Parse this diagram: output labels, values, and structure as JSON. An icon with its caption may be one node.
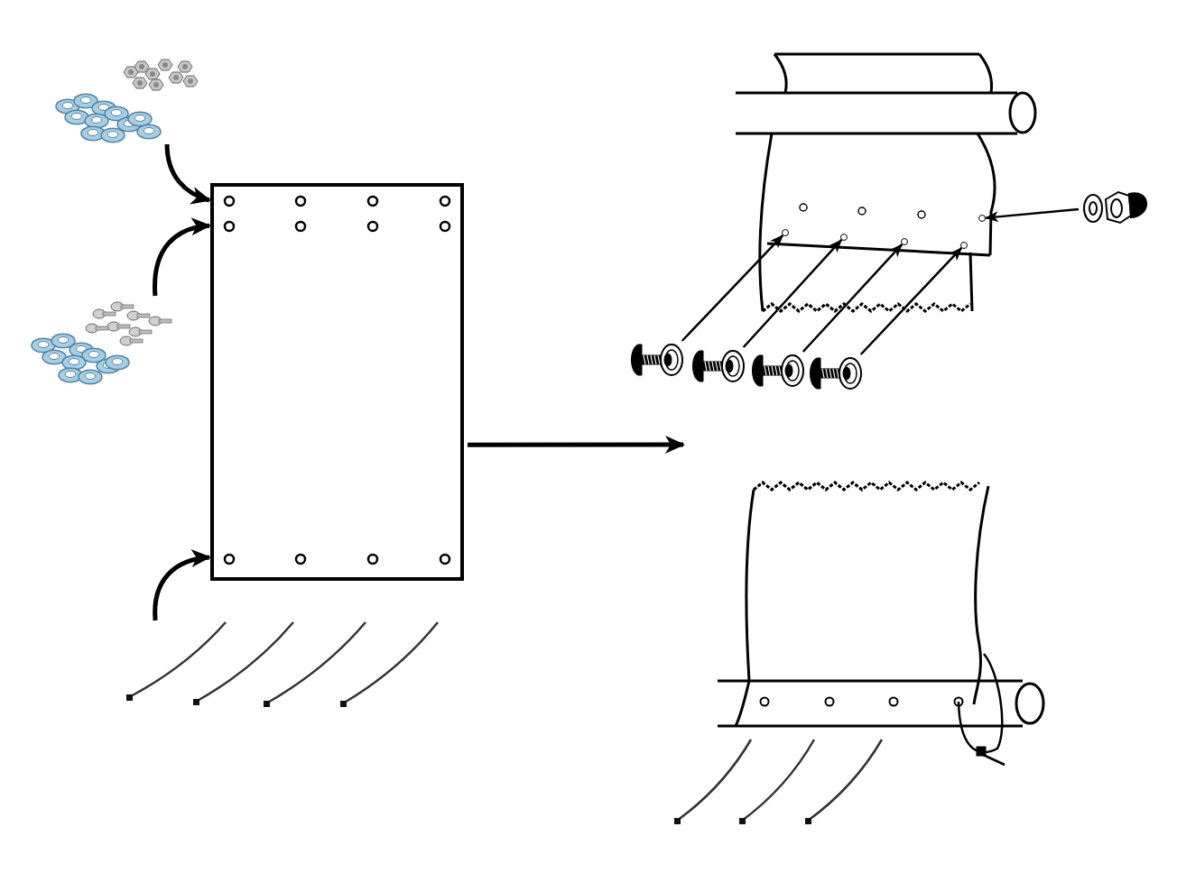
{
  "diagram": {
    "nodes": [
      {
        "text": [],
        "shape": "picture"
      },
      {
        "text": [],
        "shape": "picture"
      },
      {
        "text": [],
        "shape": "box"
      },
      {
        "text": [],
        "shape": "picture"
      },
      {
        "text": [],
        "shape": "picture"
      },
      {
        "text": [],
        "shape": "circle",
        "in": 4
      },
      {
        "text": [],
        "shape": "circle",
        "in": 4
      },
      {
        "text": [],
        "shape": "circle",
        "in": 4
      },
      {
        "text": [],
        "shape": "circle",
        "in": 4
      },
      {
        "text": [],
        "shape": "circle",
        "in": 4
      },
      {
        "text": [],
        "shape": "picture"
      },
      {
        "text": [],
        "shape": "picture"
      },
      {
        "text": [],
        "shape": "picture"
      },
      {
        "text": [],
        "shape": "picture"
      },
      {
        "text": [],
        "shape": "picture"
      },
      {
        "text": [],
        "shape": "picture"
      },
      {
        "text": [],
        "shape": "picture"
      }
    ],
    "edges": [
      {
        "from": 0,
        "to": 2,
        "arrow": "to",
        "style": "thick"
      },
      {
        "from": 1,
        "to": 2,
        "arrow": "to",
        "style": "thick"
      },
      {
        "from": 3,
        "to": 2,
        "arrow": "to",
        "style": "thick"
      },
      {
        "from": 2,
        "to": null,
        "arrow": "to",
        "style": "thick"
      },
      {
        "from": 10,
        "to": 5,
        "arrow": "to"
      },
      {
        "from": 11,
        "to": 6,
        "arrow": "to"
      },
      {
        "from": 12,
        "to": 7,
        "arrow": "to"
      },
      {
        "from": 13,
        "to": 8,
        "arrow": "to"
      },
      {
        "from": 14,
        "to": 9,
        "arrow": "to"
      }
    ]
  }
}
